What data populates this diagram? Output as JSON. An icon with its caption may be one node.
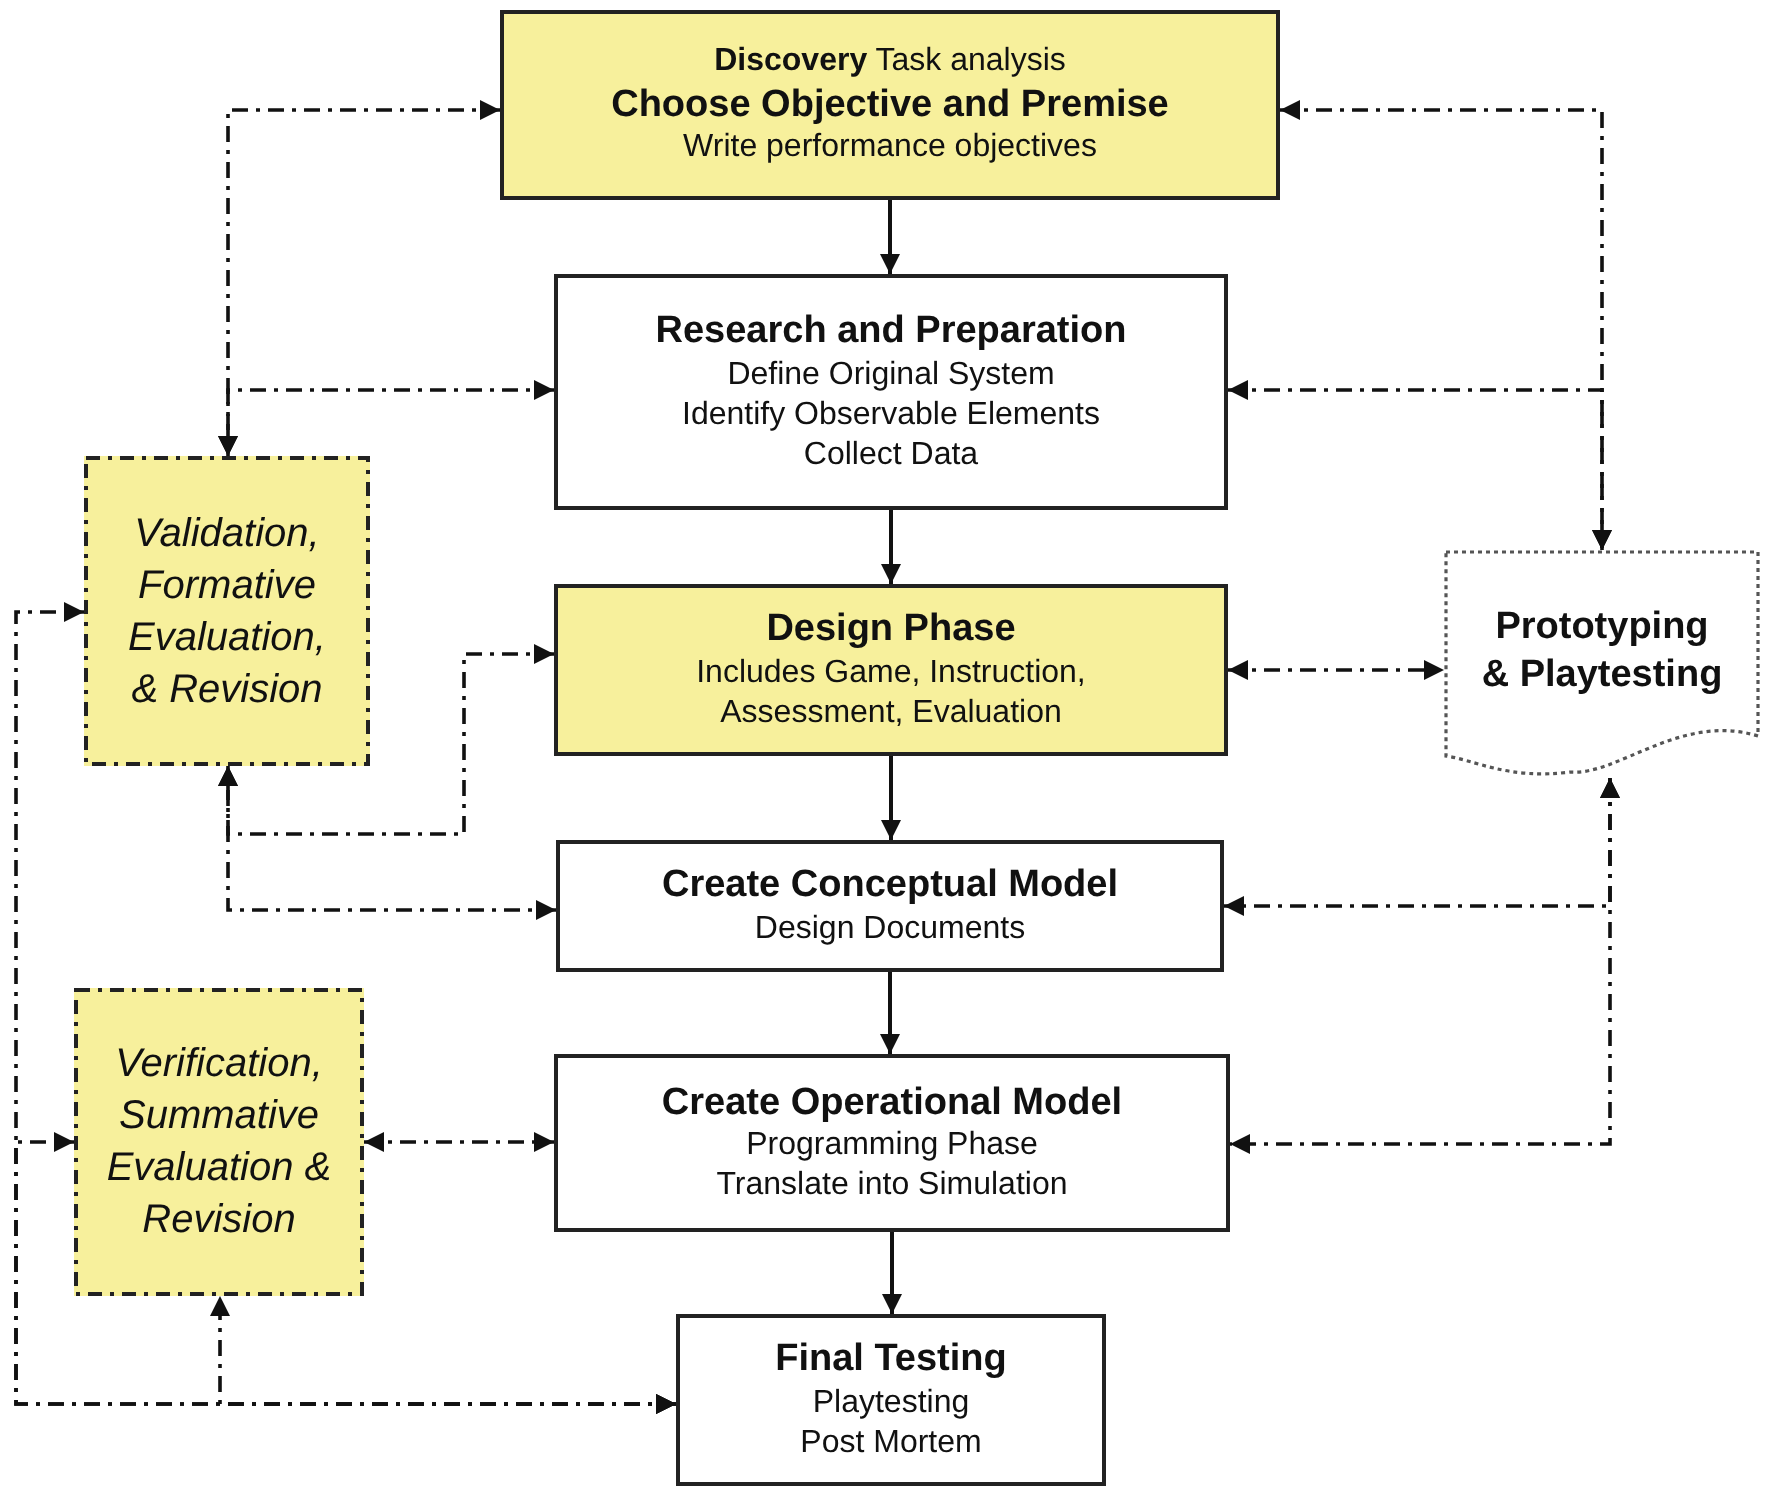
{
  "diagram": {
    "nodes": [
      {
        "text": [
          "**Discovery** Task analysis",
          "Choose Objective and Premise",
          "Write performance objectives"
        ]
      },
      {
        "text": [
          "Research and Preparation",
          "Define Original System",
          "Identify Observable Elements",
          "Collect Data"
        ]
      },
      {
        "text": [
          "Validation, Formative Evaluation, & Revision"
        ]
      },
      {
        "text": [
          "Design Phase",
          "Includes Game, Instruction, Assessment, Evaluation"
        ]
      },
      {
        "text": [
          "Prototyping & Playtesting"
        ]
      },
      {
        "text": [
          "Create Conceptual Model",
          "Design Documents"
        ]
      },
      {
        "text": [
          "Verification, Summative Evaluation & Revision"
        ]
      },
      {
        "text": [
          "Create Operational Model",
          "Programming Phase",
          "Translate into Simulation"
        ]
      },
      {
        "text": [
          "Final Testing",
          "Playtesting",
          "Post Mortem"
        ]
      }
    ],
    "edges": [
      {
        "from": 0,
        "to": 1,
        "arrow": "to"
      },
      {
        "from": 1,
        "to": 3,
        "arrow": "to"
      },
      {
        "from": 3,
        "to": 5,
        "arrow": "to"
      },
      {
        "from": 5,
        "to": 7,
        "arrow": "to"
      },
      {
        "from": 7,
        "to": 8,
        "arrow": "to"
      },
      {
        "from": 0,
        "to": 2,
        "arrow": "both",
        "style": "dashed"
      },
      {
        "from": 1,
        "to": 2,
        "arrow": "both",
        "style": "dashed"
      },
      {
        "from": 3,
        "to": 2,
        "arrow": "both",
        "style": "dashed"
      },
      {
        "from": 5,
        "to": 2,
        "arrow": "both",
        "style": "dashed"
      },
      {
        "from": 0,
        "to": 4,
        "arrow": "both",
        "style": "dashed"
      },
      {
        "from": 1,
        "to": 4,
        "arrow": "both",
        "style": "dashed"
      },
      {
        "from": 3,
        "to": 4,
        "arrow": "both",
        "style": "dashed"
      },
      {
        "from": 4,
        "to": 5,
        "arrow": "both",
        "style": "dashed"
      },
      {
        "from": 4,
        "to": 7,
        "arrow": "both",
        "style": "dashed"
      },
      {
        "from": 6,
        "to": 7,
        "arrow": "both",
        "style": "dashed"
      },
      {
        "from": 8,
        "to": 2,
        "arrow": "both",
        "style": "dashed"
      },
      {
        "from": 8,
        "to": 6,
        "arrow": "both",
        "style": "dashed"
      },
      {
        "from": 8,
        "to": 6,
        "arrow": "both",
        "style": "dashed"
      }
    ]
  }
}
